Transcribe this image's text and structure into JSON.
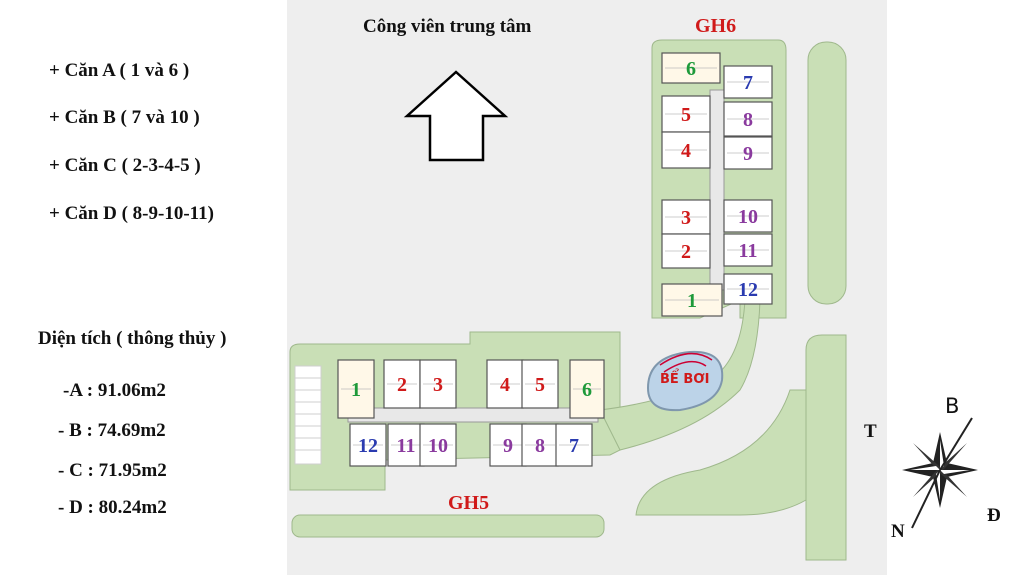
{
  "park_label": "Công viên trung tâm",
  "legend": [
    "+ Căn A ( 1 và 6 )",
    "+ Căn B ( 7 và 10 )",
    "+ Căn C ( 2-3-4-5 )",
    "+ Căn D ( 8-9-10-11)"
  ],
  "area_title": "Diện tích ( thông thủy )",
  "areas": [
    "-A : 91.06m2",
    "- B : 74.69m2",
    "- C : 71.95m2",
    "- D : 80.24m2"
  ],
  "buildings": {
    "gh6": {
      "label": "GH6",
      "units": [
        "6",
        "7",
        "5",
        "8",
        "4",
        "9",
        "3",
        "10",
        "2",
        "11",
        "1",
        "12"
      ]
    },
    "gh5": {
      "label": "GH5",
      "units": [
        "1",
        "2",
        "3",
        "4",
        "5",
        "6",
        "12",
        "11",
        "10",
        "9",
        "8",
        "7"
      ]
    }
  },
  "pool_label": "BỂ BƠI",
  "compass": {
    "north": "B",
    "south": "N",
    "east": "Đ",
    "west": "T"
  },
  "colors": {
    "type_a": "#1e9a3a",
    "type_b": "#2a3bb0",
    "type_c": "#d01a1a",
    "type_d": "#8a3a9e",
    "grass": "#c9dfb6",
    "road": "#ffffff",
    "title_red": "#d01a1a"
  }
}
